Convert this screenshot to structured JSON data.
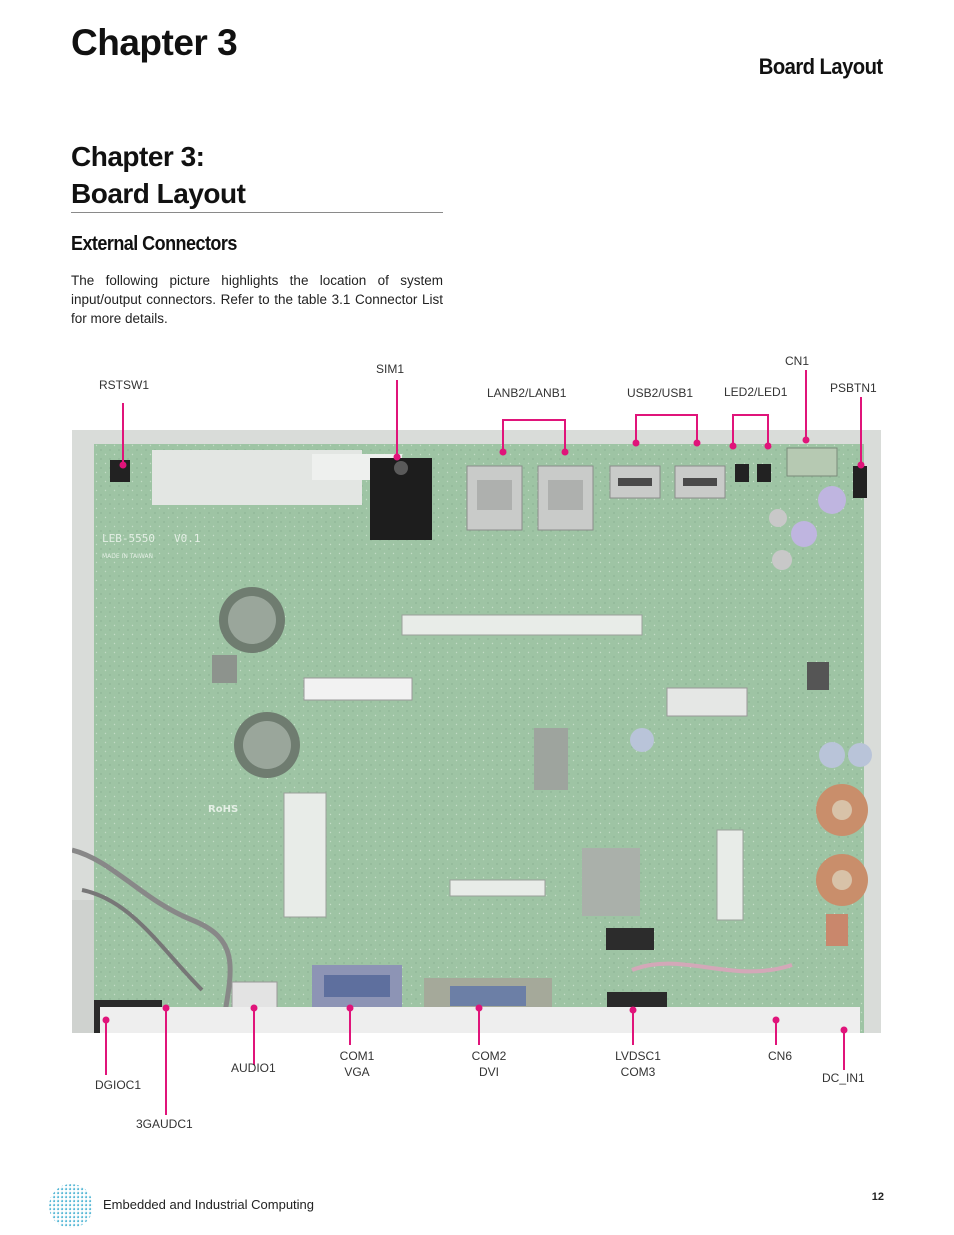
{
  "header": {
    "chapter": "Chapter 3",
    "section": "Board Layout"
  },
  "title": {
    "line1": "Chapter 3:",
    "line2": "Board Layout"
  },
  "subheading": "External Connectors",
  "intro": "The following picture highlights the location of system input/output connectors.  Refer to the table 3.1 Connector List for more details.",
  "board_silkscreen": {
    "model": "LEB-5550",
    "version": "V0.1",
    "made_in": "MADE IN TAIWAN",
    "rohs": "RoHS"
  },
  "labels": {
    "rstsw1": "RSTSW1",
    "sim1": "SIM1",
    "lanb": "LANB2/LANB1",
    "usb": "USB2/USB1",
    "led": "LED2/LED1",
    "cn1": "CN1",
    "psbtn1": "PSBTN1",
    "dgioc1": "DGIOC1",
    "gaudc1": "3GAUDC1",
    "audio1": "AUDIO1",
    "com1": "COM1",
    "vga": "VGA",
    "com2": "COM2",
    "dvi": "DVI",
    "lvdsc1": "LVDSC1",
    "com3": "COM3",
    "cn6": "CN6",
    "dc_in1": "DC_IN1"
  },
  "colors": {
    "marker": "#e0147a",
    "pcb": "#a8c9ad",
    "accent_logo": "#2aa3c8"
  },
  "footer": {
    "company": "Embedded and Industrial Computing",
    "page": "12"
  }
}
